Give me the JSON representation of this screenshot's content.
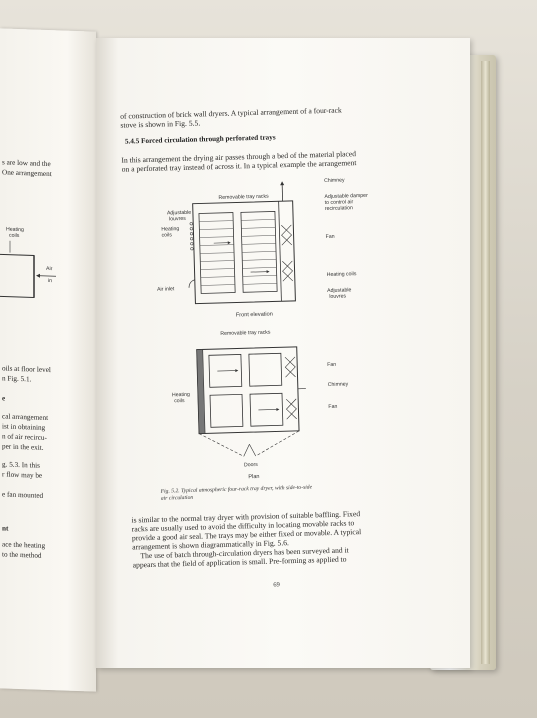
{
  "left_page": {
    "lines": [
      "s are low and the",
      "One arrangement",
      "oils at floor level",
      "n Fig. 5.1.",
      "e",
      "cal arrangement",
      "ist in obtaining",
      "n of air recircu-",
      "per in the exit.",
      "g. 5.3. In this",
      "r flow may be",
      "e fan mounted",
      "nt",
      "ace the heating",
      "to the method"
    ],
    "fig_labels": {
      "heating": "Heating",
      "coils": "coils",
      "air": "Air",
      "in": "in"
    }
  },
  "right_page": {
    "intro_lines": [
      "of construction of brick wall dryers. A typical arrangement of a four-rack",
      "stove is shown in Fig. 5.5."
    ],
    "section_title": "5.4.5  Forced circulation through perforated trays",
    "para1": [
      "In this arrangement the drying air passes through a bed of the material placed",
      "on a perforated tray instead of across it. In a typical example the arrangement"
    ],
    "figure": {
      "front": {
        "chimney": "Chimney",
        "removable_racks": "Removable tray racks",
        "adjustable_louvres_1": "Adjustable",
        "adjustable_louvres_2": "louvres",
        "heating_coils_1": "Heating",
        "heating_coils_2": "coils",
        "damper_1": "Adjustable damper",
        "damper_2": "to control air",
        "damper_3": "recirculation",
        "fan": "Fan",
        "air_inlet": "Air inlet",
        "heating_coils_r": "Heating coils",
        "adj_louvres_r1": "Adjustable",
        "adj_louvres_r2": "louvres",
        "title": "Front elevation"
      },
      "plan": {
        "removable_racks": "Removable tray racks",
        "fan_top": "Fan",
        "chimney": "Chimney",
        "fan_bottom": "Fan",
        "heating_1": "Heating",
        "heating_2": "coils",
        "doors": "Doors",
        "title": "Plan"
      },
      "caption_1": "Fig. 5.2.  Typical atmospheric four-rack tray dryer, with side-to-side",
      "caption_2": "air circulation"
    },
    "para2": [
      "is similar to the normal tray dryer with provision of suitable baffling. Fixed",
      "racks are usually used to avoid the difficulty in locating movable racks to",
      "provide a good air seal. The trays may be either fixed or movable. A typical",
      "arrangement is shown diagrammatically in Fig. 5.6.",
      "The use of batch through-circulation dryers has been surveyed and it",
      "appears that the field of application is small. Pre-forming as applied to"
    ],
    "page_number": "69"
  }
}
